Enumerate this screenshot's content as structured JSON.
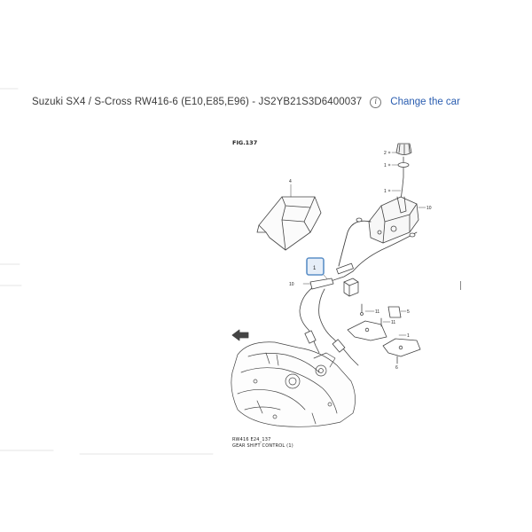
{
  "header": {
    "title": "Suzuki SX4 / S-Cross RW416-6 (E10,E85,E96) - JS2YB21S3D6400037",
    "info_icon": "info-icon",
    "change_car_label": "Change the car",
    "link_color": "#2a5db0"
  },
  "diagram": {
    "fig_label": "FIG.137",
    "callouts": [
      "4",
      "2",
      "1",
      "10",
      "1",
      "10",
      "11",
      "5",
      "11",
      "1",
      "6"
    ],
    "highlight": {
      "label": "1",
      "color": "#5b8fc7"
    },
    "caption_code": "RW416 E24_137",
    "caption_name": "GEAR SHIFT CONTROL (1)"
  }
}
